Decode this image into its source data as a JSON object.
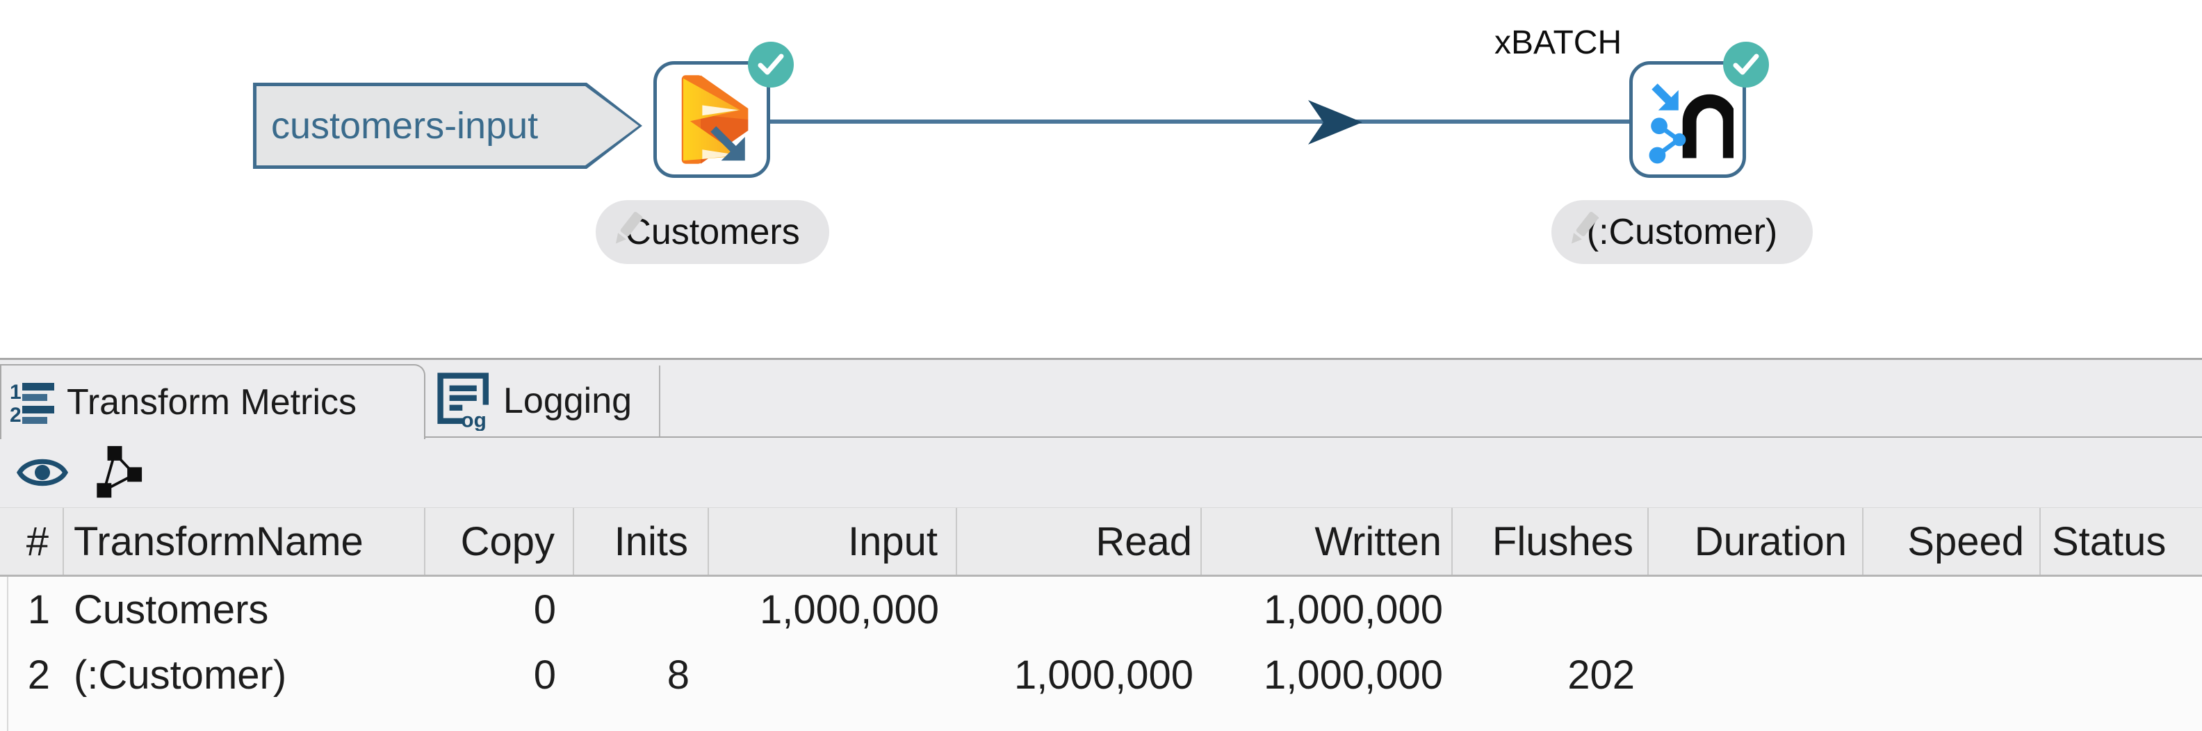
{
  "canvas": {
    "note_label": "customers-input",
    "xbatch_label": "xBATCH",
    "nodes": [
      {
        "label": "Customers",
        "icon": "beam-b-icon"
      },
      {
        "label": "(:Customer)",
        "icon": "neo4j-output-icon"
      }
    ],
    "status_badge": "check-icon"
  },
  "panel": {
    "tabs": [
      {
        "label": "Transform Metrics",
        "icon": "numbered-list-icon",
        "active": true
      },
      {
        "label": "Logging",
        "icon": "log-file-icon",
        "active": false
      }
    ],
    "toolbar": [
      {
        "icon": "preview-eye-icon"
      },
      {
        "icon": "pipeline-graph-icon"
      }
    ]
  },
  "metrics": {
    "columns": [
      "#",
      "TransformName",
      "Copy",
      "Inits",
      "Input",
      "Read",
      "Written",
      "Flushes",
      "Duration",
      "Speed",
      "Status"
    ],
    "rows": [
      [
        "1",
        "Customers",
        "0",
        "",
        "1,000,000",
        "",
        "1,000,000",
        "",
        "",
        "",
        ""
      ],
      [
        "2",
        "(:Customer)",
        "0",
        "8",
        "",
        "1,000,000",
        "1,000,000",
        "202",
        "",
        "",
        ""
      ]
    ]
  },
  "colors": {
    "accent": "#3f6c8e",
    "note_text": "#3a6b8c",
    "hop_line": "#4a7699",
    "arrowhead": "#1c4766",
    "badge": "#4fb7ae",
    "node_border": "#3f6c8e",
    "panel_bg": "#ececee",
    "header_bg": "#ebebec",
    "body_bg": "#fbfbfb",
    "icon_dark": "#1d4e6f",
    "beam_orange": "#f4791f",
    "beam_dark_orange": "#e8611c",
    "beam_gold": "#ffd21e",
    "blue": "#2e9bef",
    "text": "#1c1c1c"
  }
}
